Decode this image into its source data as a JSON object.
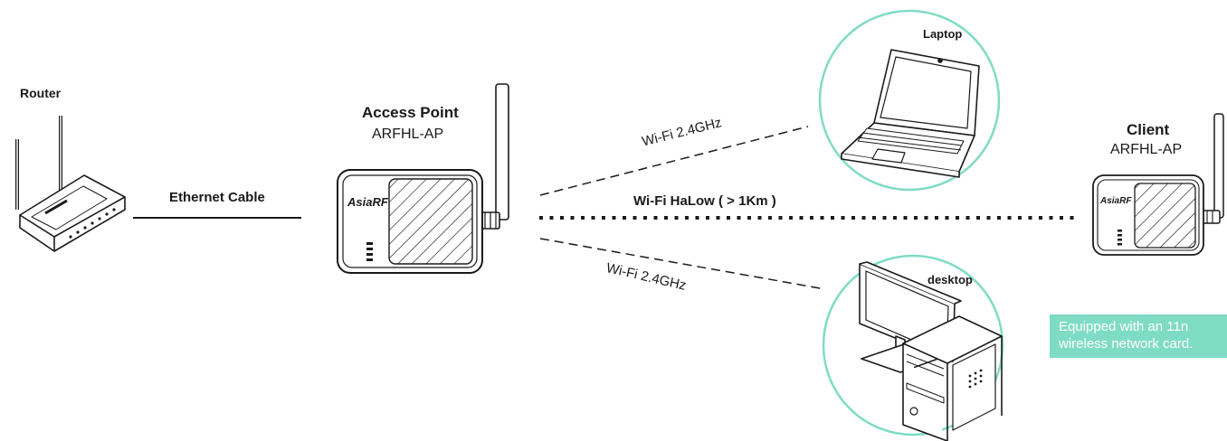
{
  "router": {
    "label": "Router"
  },
  "ethernet": {
    "label": "Ethernet Cable"
  },
  "access_point": {
    "title": "Access Point",
    "model": "ARFHL-AP",
    "brand_logo": "AsiaRF"
  },
  "client": {
    "title": "Client",
    "model": "ARFHL-AP",
    "brand_logo": "AsiaRF"
  },
  "links": {
    "wifi_top": "Wi-Fi 2.4GHz",
    "halow": "Wi-Fi HaLow ( > 1Km )",
    "wifi_bottom": "Wi-Fi 2.4GHz"
  },
  "laptop": {
    "label": "Laptop"
  },
  "desktop": {
    "label": "desktop"
  },
  "note": {
    "line1": "Equipped with an 11n",
    "line2": "wireless network card."
  },
  "colors": {
    "accent": "#7fdcc4",
    "circle_stroke": "#7fdcc4",
    "line": "#1a1a1a"
  }
}
